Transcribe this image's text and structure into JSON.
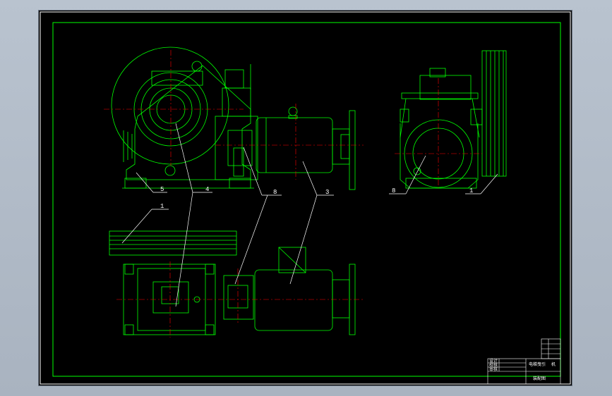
{
  "drawing": {
    "balloons": {
      "front_view": [
        "5",
        "4",
        "8",
        "3"
      ],
      "side_view": [
        "8",
        "1"
      ],
      "top_view": [
        "1"
      ]
    },
    "title_block": {
      "row_labels": [
        "设计",
        "校核",
        "审核"
      ],
      "name_lines": [
        "电梯曳引",
        "机"
      ],
      "sheet_label": "装配图"
    },
    "colors": {
      "background": "#000000",
      "frame": "#ffffff",
      "geometry": "#00ff00",
      "centerline": "#ff0000",
      "text": "#ffffff",
      "accent": "#ffff00"
    }
  }
}
